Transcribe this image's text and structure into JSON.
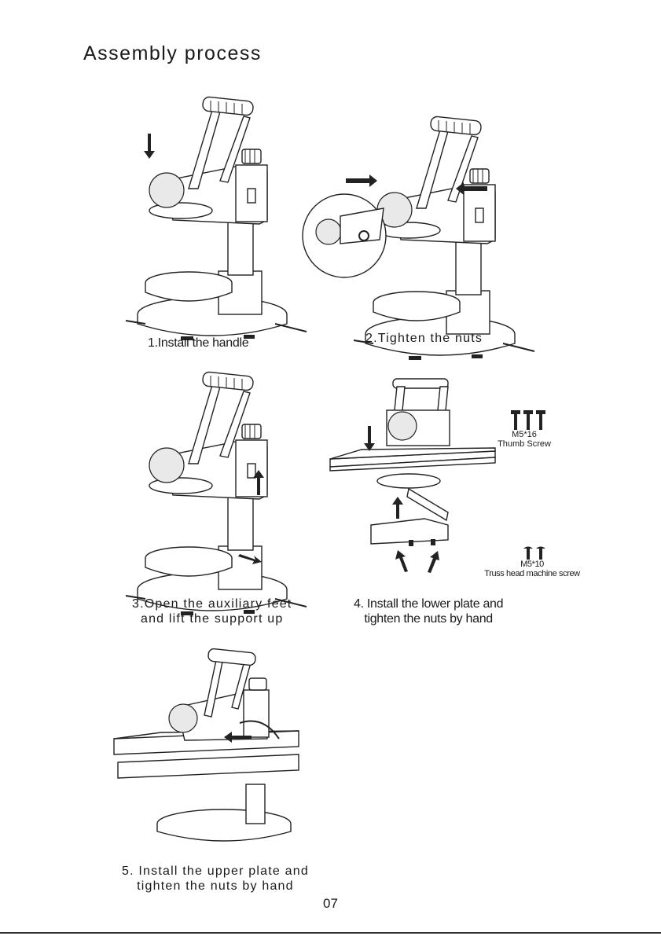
{
  "page": {
    "title": "Assembly process",
    "page_number": "07"
  },
  "steps": [
    {
      "caption_lines": [
        "1.Install the handle"
      ]
    },
    {
      "caption_lines": [
        "2.Tighten the nuts"
      ]
    },
    {
      "caption_lines": [
        "3.Open the auxiliary feet",
        "and lift the support up"
      ]
    },
    {
      "caption_lines": [
        "4. Install the lower plate and",
        "tighten the nuts by hand"
      ]
    },
    {
      "caption_lines": [
        "5. Install the upper plate and",
        "tighten the nuts by hand"
      ]
    }
  ],
  "screws": [
    {
      "code": "M5*16",
      "name": "Thumb Screw"
    },
    {
      "code": "M5*10",
      "name": "Truss head machine screw"
    }
  ],
  "colors": {
    "line": "#222222",
    "fill": "#ffffff",
    "shade": "#e9e9e9"
  }
}
